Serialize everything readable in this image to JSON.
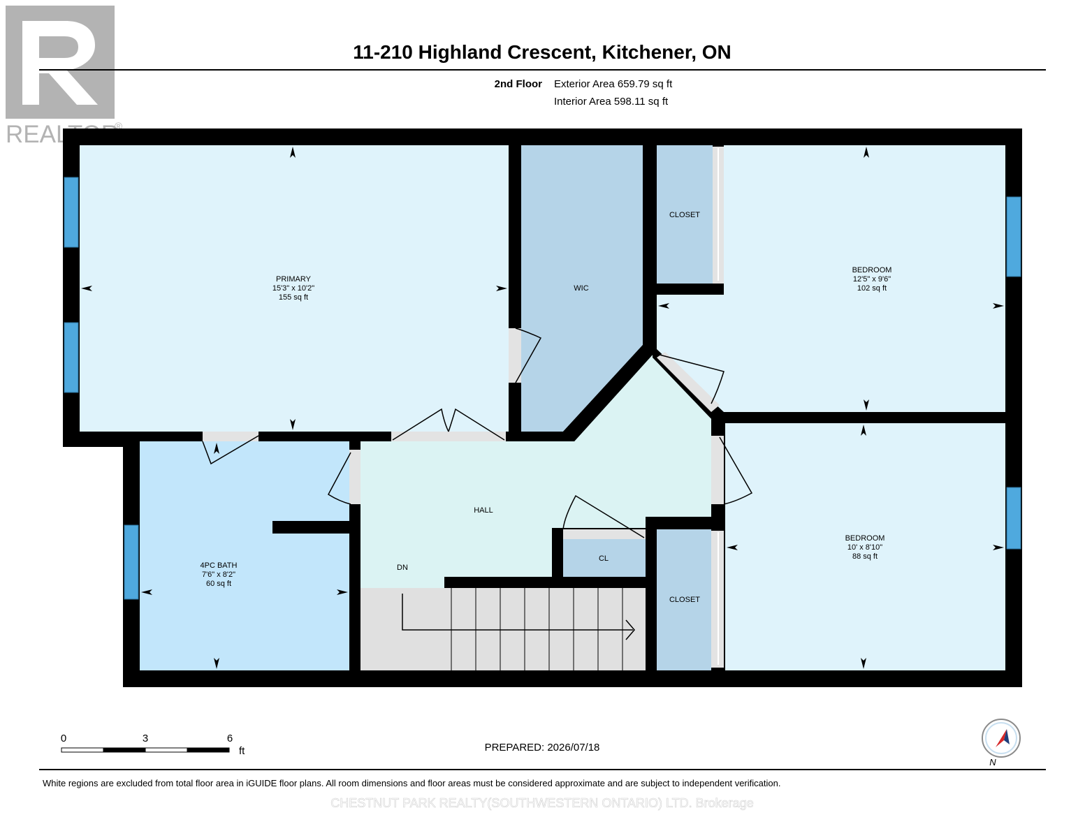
{
  "header": {
    "title": "11-210 Highland Crescent, Kitchener, ON",
    "floor_label": "2nd Floor",
    "exterior_area": "Exterior Area 659.79 sq ft",
    "interior_area": "Interior Area 598.11 sq ft"
  },
  "logo": {
    "text": "REALTOR",
    "mark": "®",
    "colors": {
      "logo": "#b3b3b3"
    }
  },
  "rooms": {
    "primary": {
      "name": "PRIMARY",
      "dims": "15'3\" x 10'2\"",
      "area": "155 sq ft"
    },
    "wic": {
      "name": "WIC"
    },
    "closet_top": {
      "name": "CLOSET"
    },
    "bedroom_top": {
      "name": "BEDROOM",
      "dims": "12'5\" x 9'6\"",
      "area": "102 sq ft"
    },
    "bath": {
      "name": "4PC BATH",
      "dims": "7'6\" x 8'2\"",
      "area": "60 sq ft"
    },
    "hall": {
      "name": "HALL"
    },
    "stairs": {
      "label": "DN"
    },
    "cl": {
      "name": "CL"
    },
    "closet_bottom": {
      "name": "CLOSET"
    },
    "bedroom_bottom": {
      "name": "BEDROOM",
      "dims": "10' x 8'10\"",
      "area": "88 sq ft"
    }
  },
  "scale_bar": {
    "ticks": [
      "0",
      "3",
      "6"
    ],
    "unit": "ft"
  },
  "prepared": "PREPARED: 2026/07/18",
  "compass": {
    "label": "N",
    "icon": "compass-icon"
  },
  "footer": {
    "disclaimer": "White regions are excluded from total floor area in iGUIDE floor plans. All room dimensions and floor areas must be considered approximate and are subject to independent verification.",
    "watermark": "CHESTNUT PARK REALTY(SOUTHWESTERN ONTARIO) LTD. Brokerage"
  },
  "colors": {
    "primary": "#dff3fb",
    "closet": "#b5d4e8",
    "bedroom": "#dff3fb",
    "bath": "#c2e6fb",
    "hall": "#dbf3f3",
    "stairs": "#e0e0e0",
    "wall": "#000000",
    "window": "#4fa9de",
    "door_gap": "#e3e3e3"
  }
}
